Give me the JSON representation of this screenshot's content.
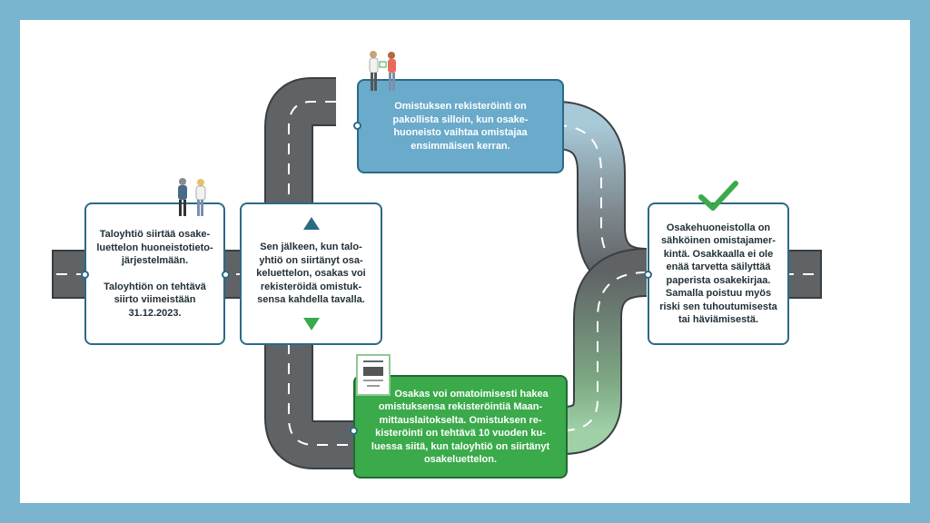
{
  "colors": {
    "frame": "#7ab4cf",
    "box_border": "#2b6a86",
    "blue_box": "#6aaacb",
    "green_box": "#3aaa4a",
    "road": "#5f6366",
    "check": "#3aaa4a"
  },
  "icons": {
    "people_handshake_top": "people-handshake-icon",
    "people_handshake_left": "people-handshake-icon",
    "document": "share-certificate-document-icon",
    "checkmark": "checkmark-icon",
    "arrow_up": "triangle-up-icon",
    "arrow_down": "triangle-down-icon"
  },
  "box_left": {
    "para1": "Taloyhtiö siirtää osake-luettelon huoneistotieto-järjestelmään.",
    "para1_lines": [
      "Taloyhtiö siirtää osake-",
      "luettelon huoneistotieto-",
      "järjestelmään."
    ],
    "para2_lines": [
      "Taloyhtiön on tehtävä",
      "siirto viimeistään",
      "31.12.2023."
    ]
  },
  "box_middle": {
    "lines": [
      "Sen jälkeen, kun talo-",
      "yhtiö on siirtänyt osa-",
      "keluettelon, osakas voi",
      "rekisteröidä omistuk-",
      "sensa kahdella tavalla."
    ]
  },
  "box_top": {
    "lines": [
      "Omistuksen rekisteröinti on",
      "pakollista silloin, kun osake-",
      "huoneisto vaihtaa omistajaa",
      "ensimmäisen kerran."
    ]
  },
  "box_bottom": {
    "lines": [
      "Osakas voi omatoimisesti hakea",
      "omistuksensa rekisteröintiä Maan-",
      "mittauslaitokselta. Omistuksen re-",
      "kisteröinti on tehtävä 10 vuoden ku-",
      "luessa siitä, kun taloyhtiö on siirtänyt",
      "osakeluettelon."
    ]
  },
  "box_right": {
    "lines": [
      "Osakehuoneistolla on",
      "sähköinen omistajamer-",
      "kintä. Osakkaalla ei ole",
      "enää tarvetta säilyttää",
      "paperista osakekirjaa.",
      "Samalla poistuu myös",
      "riski sen tuhoutumisesta",
      "tai häviämisestä."
    ]
  }
}
